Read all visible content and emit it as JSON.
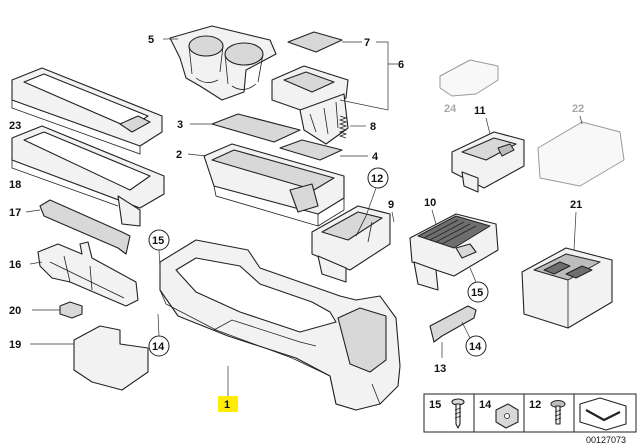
{
  "labels": {
    "p1": "1",
    "p2": "2",
    "p3": "3",
    "p4": "4",
    "p5": "5",
    "p6": "6",
    "p7": "7",
    "p8": "8",
    "p9": "9",
    "p10": "10",
    "p11": "11",
    "p12": "12",
    "p13": "13",
    "p14": "14",
    "p15": "15",
    "p16": "16",
    "p17": "17",
    "p18": "18",
    "p19": "19",
    "p20": "20",
    "p21": "21",
    "p22": "22",
    "p23": "23",
    "p24": "24"
  },
  "legend": {
    "k15": "15",
    "k14": "14",
    "k12": "12"
  },
  "reference_number": "00127073",
  "colors": {
    "highlight": "#ffec00",
    "ghost_label": "#a8a8a8"
  }
}
